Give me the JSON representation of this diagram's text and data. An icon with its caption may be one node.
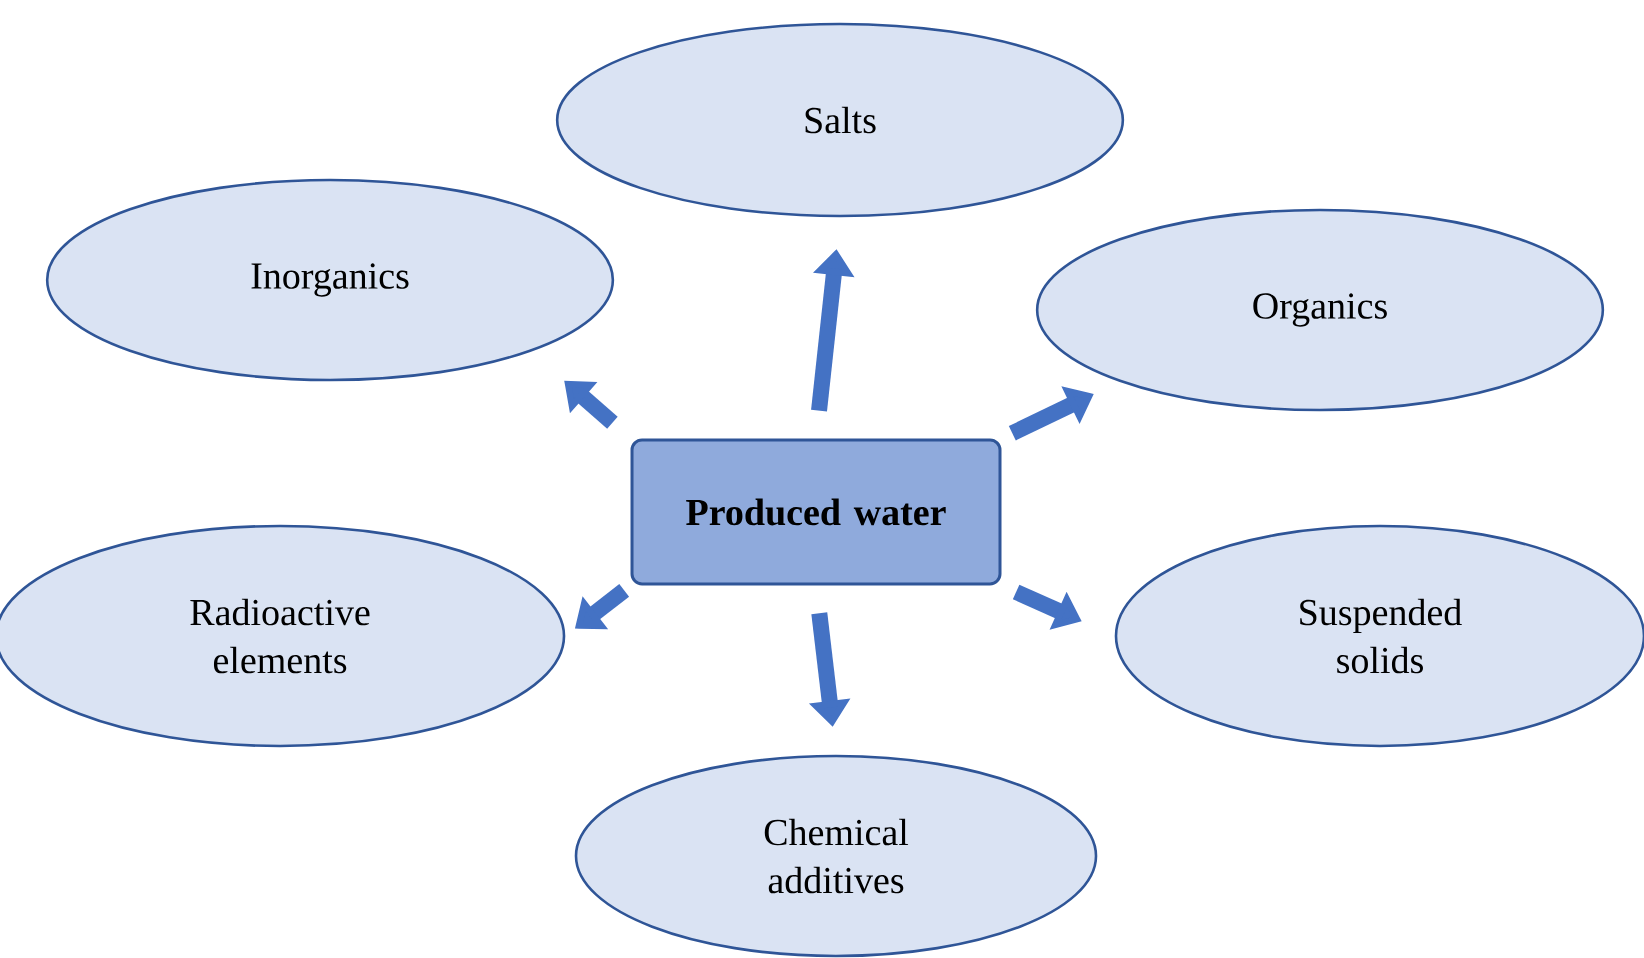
{
  "diagram": {
    "nodes": [
      {
        "text": [
          "Salts"
        ]
      },
      {
        "text": [
          "Inorganics"
        ]
      },
      {
        "text": [
          "Organics"
        ]
      },
      {
        "text": [
          "Produced water"
        ]
      },
      {
        "text": [
          "Radioactive elements"
        ]
      },
      {
        "text": [
          "Suspended solids"
        ]
      },
      {
        "text": [
          "Chemical additives"
        ]
      }
    ],
    "edges": [
      {
        "from": 3,
        "to": 0,
        "arrow": "to"
      },
      {
        "from": 3,
        "to": 1,
        "arrow": "to"
      },
      {
        "from": 3,
        "to": 2,
        "arrow": "to"
      },
      {
        "from": 3,
        "to": 4,
        "arrow": "to"
      },
      {
        "from": 3,
        "to": 5,
        "arrow": "to"
      },
      {
        "from": 3,
        "to": 6,
        "arrow": "to"
      }
    ]
  }
}
